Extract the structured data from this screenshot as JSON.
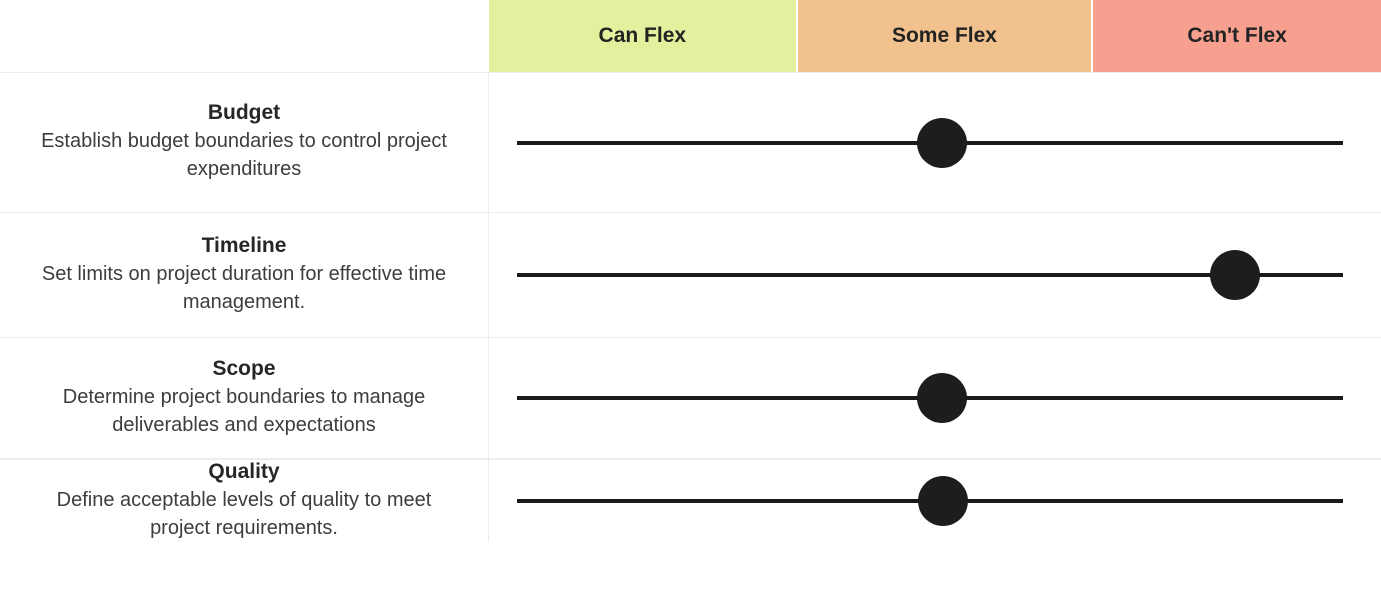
{
  "header": {
    "columns": [
      {
        "id": "can-flex",
        "label": "Can Flex",
        "color": "#e3f09d"
      },
      {
        "id": "some-flex",
        "label": "Some Flex",
        "color": "#f2c28e"
      },
      {
        "id": "cant-flex",
        "label": "Can't Flex",
        "color": "#f7a08f"
      }
    ]
  },
  "rows": [
    {
      "title": "Budget",
      "description": "Establish budget boundaries to control project expenditures",
      "flex_level": "Some Flex",
      "dot_position_pct": 50.8
    },
    {
      "title": "Timeline",
      "description": "Set limits on project duration for effective time management.",
      "flex_level": "Can't Flex",
      "dot_position_pct": 83.6
    },
    {
      "title": "Scope",
      "description": "Determine project boundaries to manage deliverables and expectations",
      "flex_level": "Some Flex",
      "dot_position_pct": 50.8
    },
    {
      "title": "Quality",
      "description": "Define acceptable levels of quality to meet project requirements.",
      "flex_level": "Some Flex",
      "dot_position_pct": 50.9
    }
  ],
  "slider": {
    "track_color": "#1a1a1a",
    "dot_color": "#1d1d1d"
  },
  "chart_data": {
    "type": "table",
    "title": "Project Flexibility Matrix",
    "columns": [
      "Can Flex",
      "Some Flex",
      "Can't Flex"
    ],
    "rows": [
      {
        "category": "Budget",
        "value": "Some Flex",
        "position_0_to_1": 0.51
      },
      {
        "category": "Timeline",
        "value": "Can't Flex",
        "position_0_to_1": 0.87
      },
      {
        "category": "Scope",
        "value": "Some Flex",
        "position_0_to_1": 0.51
      },
      {
        "category": "Quality",
        "value": "Some Flex",
        "position_0_to_1": 0.51
      }
    ]
  }
}
